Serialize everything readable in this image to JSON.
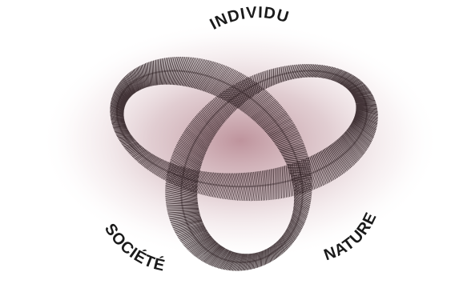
{
  "diagram": {
    "labels": {
      "individu": "INDIVIDU",
      "societe": "SOCIÉTÉ",
      "nature": "NATURE"
    }
  },
  "colors": {
    "ink": "#231418",
    "glow": "#c8a5ad",
    "background": "#ffffff",
    "label": "#1a1a1a"
  }
}
